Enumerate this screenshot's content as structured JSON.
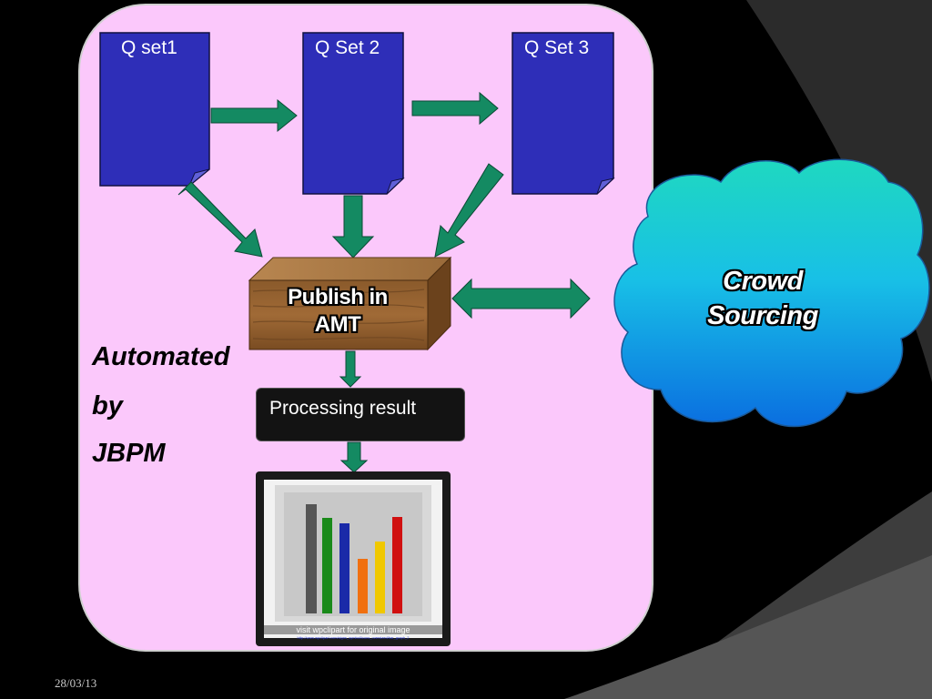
{
  "diagram": {
    "questions": [
      {
        "label": "Q set1"
      },
      {
        "label": "Q Set 2"
      },
      {
        "label": "Q Set 3"
      }
    ],
    "publish_box": {
      "line1": "Publish in",
      "line2": "AMT"
    },
    "processing": "Processing result",
    "automated": {
      "line1": "Automated",
      "line2": "by",
      "line3": "JBPM"
    },
    "cloud": {
      "line1": "Crowd",
      "line2": "Sourcing"
    },
    "clipart": {
      "caption": "visit wpclipart for original image",
      "url": "http://www.wpclipart.com/signs_symbol/icons_oversized/bar_graph_2"
    },
    "colors": {
      "panel": "#fbc8fb",
      "doc": "#2e2eb8",
      "arrow": "#148a62",
      "cloud_top": "#1fd2c4",
      "cloud_bottom": "#0a7de0"
    }
  },
  "footer": {
    "date": "28/03/13"
  }
}
